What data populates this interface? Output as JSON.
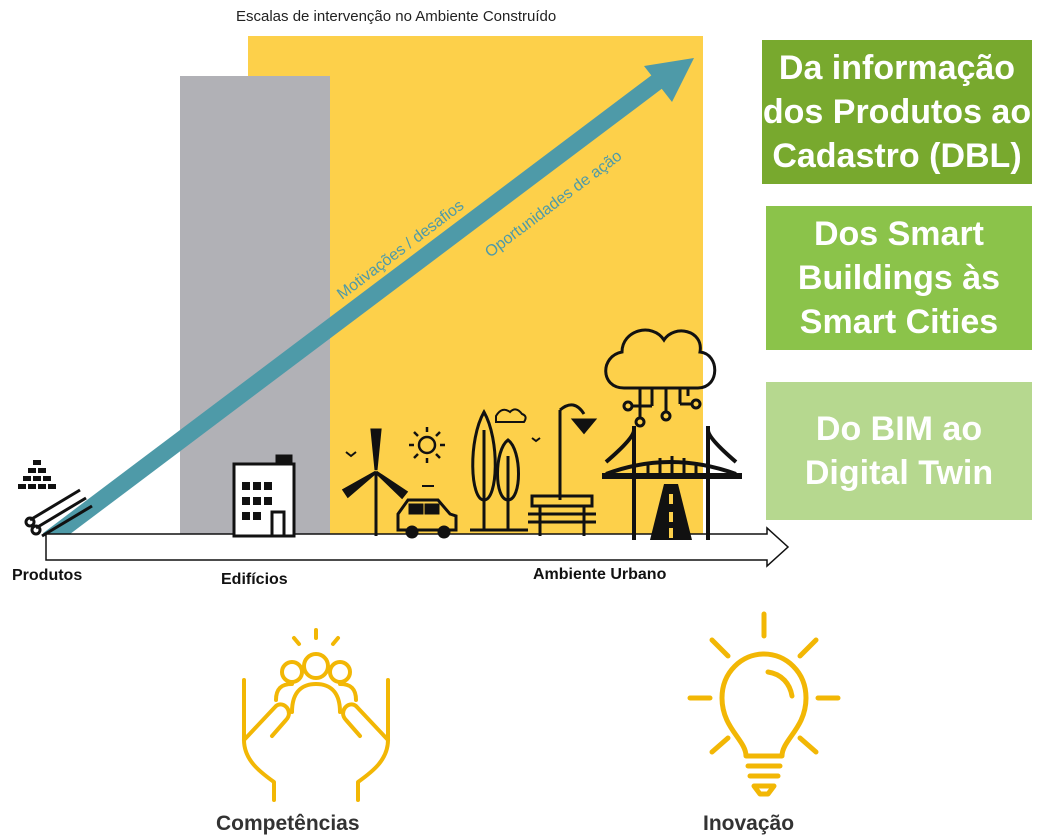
{
  "header": {
    "caption": "Escalas de intervenção  no Ambiente Construído"
  },
  "boxes": [
    {
      "text": "Da informação\ndos Produtos ao\nCadastro (DBL)",
      "color": "#78a92e"
    },
    {
      "text": "Dos Smart\nBuildings às\nSmart Cities",
      "color": "#8bc34a"
    },
    {
      "text": "Do BIM ao\nDigital Twin",
      "color": "#b6d88f"
    }
  ],
  "arrow": {
    "upper_label": "Motivações / desafios",
    "lower_label": "Oportunidades de ação",
    "color": "#4e9aa8"
  },
  "axis": {
    "products": "Produtos",
    "buildings": "Edifícios",
    "urban": "Ambiente Urbano"
  },
  "bottom": {
    "competencias": "Competências",
    "inovacao": "Inovação",
    "icon_color": "#f2b705"
  },
  "colors": {
    "yellow_panel": "#fdd04a",
    "gray_panel": "#b1b1b6"
  },
  "icons": [
    "bricks-icon",
    "pipes-icon",
    "building-icon",
    "wind-turbine-icon",
    "sun-icon",
    "car-icon",
    "trees-icon",
    "street-lamp-icon",
    "bench-icon",
    "cloud-network-icon",
    "bridge-icon",
    "road-icon",
    "team-in-hands-icon",
    "lightbulb-icon"
  ]
}
